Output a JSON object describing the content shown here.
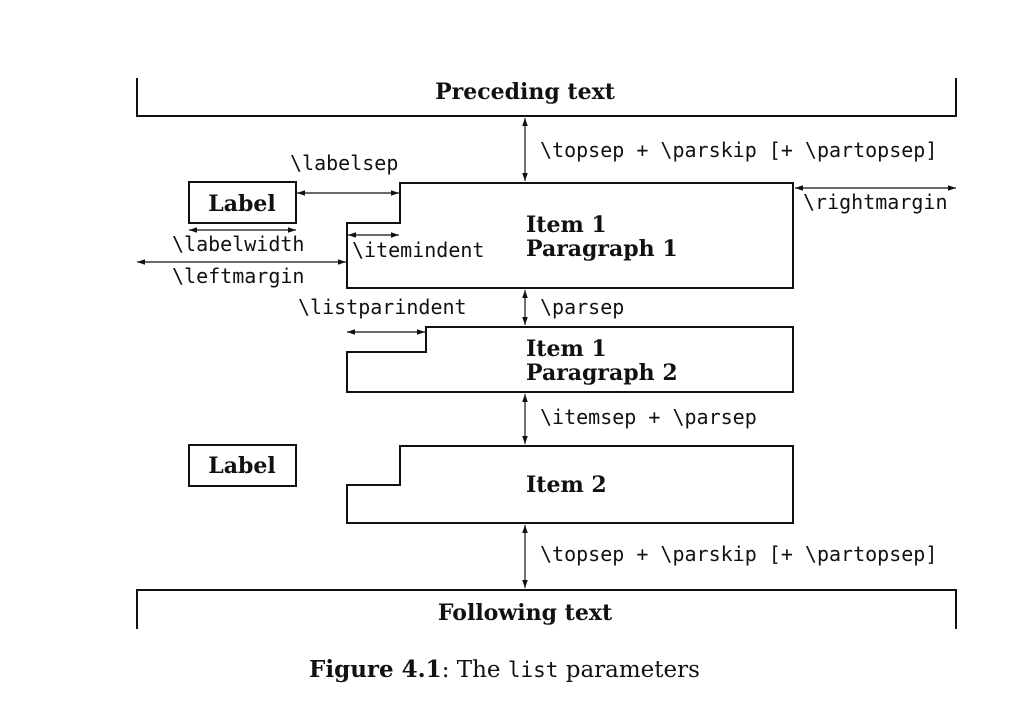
{
  "texts": {
    "preceding": "Preceding text",
    "following": "Following text",
    "label1": "Label",
    "label2": "Label",
    "item1_line1": "Item 1",
    "item1_line2": "Paragraph 1",
    "item1b_line1": "Item 1",
    "item1b_line2": "Paragraph 2",
    "item2": "Item 2"
  },
  "params": {
    "topsep_top": "\\topsep + \\parskip [+ \\partopsep]",
    "labelsep": "\\labelsep",
    "rightmargin": "\\rightmargin",
    "labelwidth": "\\labelwidth",
    "itemindent": "\\itemindent",
    "leftmargin": "\\leftmargin",
    "listparindent": "\\listparindent",
    "parsep": "\\parsep",
    "itemsep": "\\itemsep + \\parsep",
    "topsep_bottom": "\\topsep + \\parskip [+ \\partopsep]"
  },
  "caption": {
    "number": "Figure 4.1",
    "sep": ": The ",
    "code": "list",
    "rest": " parameters"
  }
}
